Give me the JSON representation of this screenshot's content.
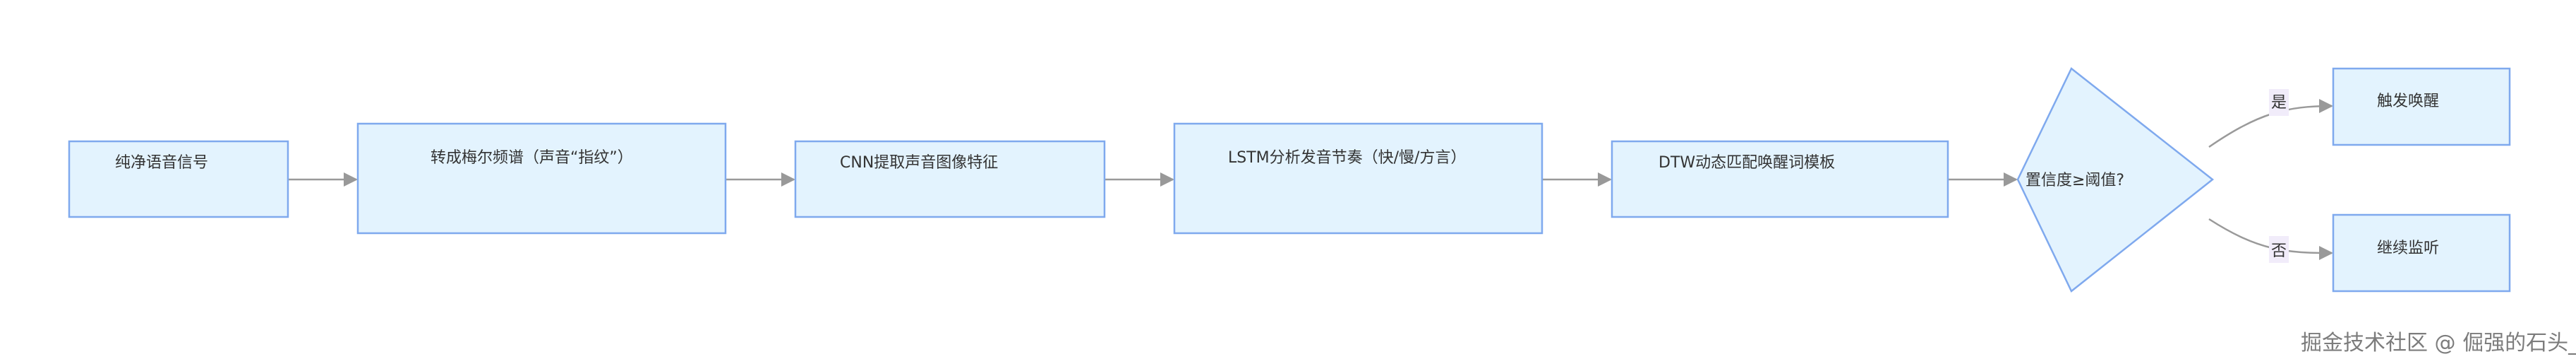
{
  "nodes": {
    "clean_signal": "纯净语音信号",
    "mel": "转成梅尔频谱（声音“指纹”）",
    "cnn": "CNN提取声音图像特征",
    "lstm": "LSTM分析发音节奏（快/慢/方言）",
    "dtw": "DTW动态匹配唤醒词模板",
    "decision": "置信度≥阈值?",
    "wake": "触发唤醒",
    "listen": "继续监听"
  },
  "edges": {
    "yes": "是",
    "no": "否"
  },
  "watermark": "掘金技术社区 @ 倔强的石头_"
}
